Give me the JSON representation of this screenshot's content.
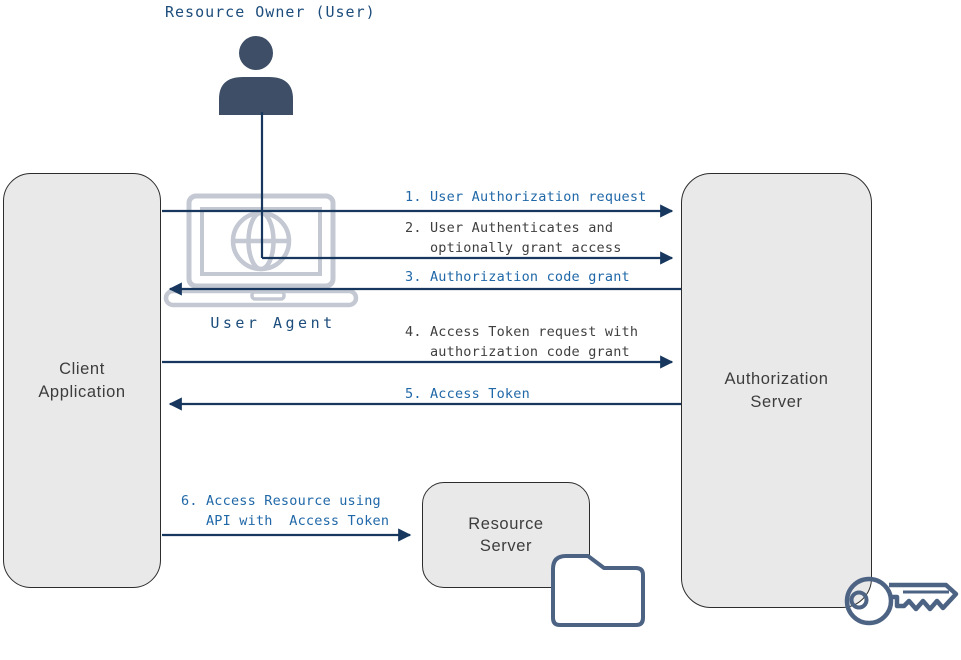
{
  "diagram": {
    "title": "Resource Owner (User)",
    "user_agent_label": "User Agent"
  },
  "nodes": {
    "client": {
      "label": "Client\nApplication"
    },
    "authorization": {
      "label": "Authorization\nServer"
    },
    "resource": {
      "label": "Resource\nServer"
    }
  },
  "flows": [
    {
      "step": 1,
      "label": "1. User Authorization request",
      "from": "Client Application",
      "to": "Authorization Server",
      "style": "blue"
    },
    {
      "step": 2,
      "label": "2. User Authenticates and\n   optionally grant access",
      "from": "Resource Owner (User)",
      "to": "Authorization Server",
      "style": "dark"
    },
    {
      "step": 3,
      "label": "3. Authorization code grant",
      "from": "Authorization Server",
      "to": "Client Application",
      "style": "blue"
    },
    {
      "step": 4,
      "label": "4. Access Token request with\n   authorization code grant",
      "from": "Client Application",
      "to": "Authorization Server",
      "style": "dark"
    },
    {
      "step": 5,
      "label": "5. Access Token",
      "from": "Authorization Server",
      "to": "Client Application",
      "style": "blue"
    },
    {
      "step": 6,
      "label": "6. Access Resource using\n   API with  Access Token",
      "from": "Client Application",
      "to": "Resource Server",
      "style": "blue"
    }
  ],
  "icons": {
    "resource_owner": "person-icon",
    "user_agent": "laptop-globe-icon",
    "resource_server": "folder-icon",
    "authorization_server": "key-icon"
  },
  "colors": {
    "line": "#17375e",
    "flow_blue": "#2068a8",
    "flow_dark": "#3f3f3f",
    "title_navy": "#1d4d7c",
    "person": "#3d4e66",
    "laptop": "#c3c8d2",
    "icon_accent": "#4d6384",
    "node_fill": "#e9e9e9",
    "node_border": "#2d2d2d",
    "node_text": "#3d3d3d"
  }
}
